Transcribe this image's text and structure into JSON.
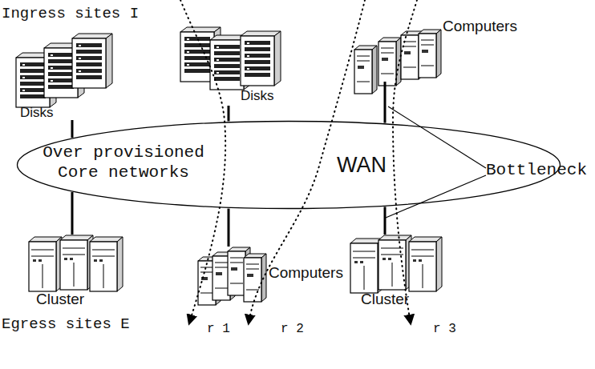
{
  "diagram": {
    "nodes": [
      {
        "text": [
          "Disks"
        ]
      },
      {
        "text": [
          "Disks"
        ]
      },
      {
        "text": [
          "Computers"
        ]
      },
      {
        "text": [
          "Over provisioned Core networks",
          "WAN"
        ]
      },
      {
        "text": [
          "Cluster"
        ]
      },
      {
        "text": [
          "Computers"
        ]
      },
      {
        "text": [
          "Cluster"
        ]
      }
    ],
    "edges": [
      {
        "from": 0,
        "to": 3,
        "arrow": "none"
      },
      {
        "from": 1,
        "to": 3,
        "arrow": "none"
      },
      {
        "from": 2,
        "to": 3,
        "arrow": "none"
      },
      {
        "from": 3,
        "to": 4,
        "arrow": "none"
      },
      {
        "from": 3,
        "to": 5,
        "arrow": "none"
      },
      {
        "from": 3,
        "to": 6,
        "arrow": "none"
      }
    ],
    "labels": [
      "Ingress sites I",
      "Bottleneck",
      "Egress sites E",
      "r 1",
      "r 2",
      "r 3"
    ]
  }
}
